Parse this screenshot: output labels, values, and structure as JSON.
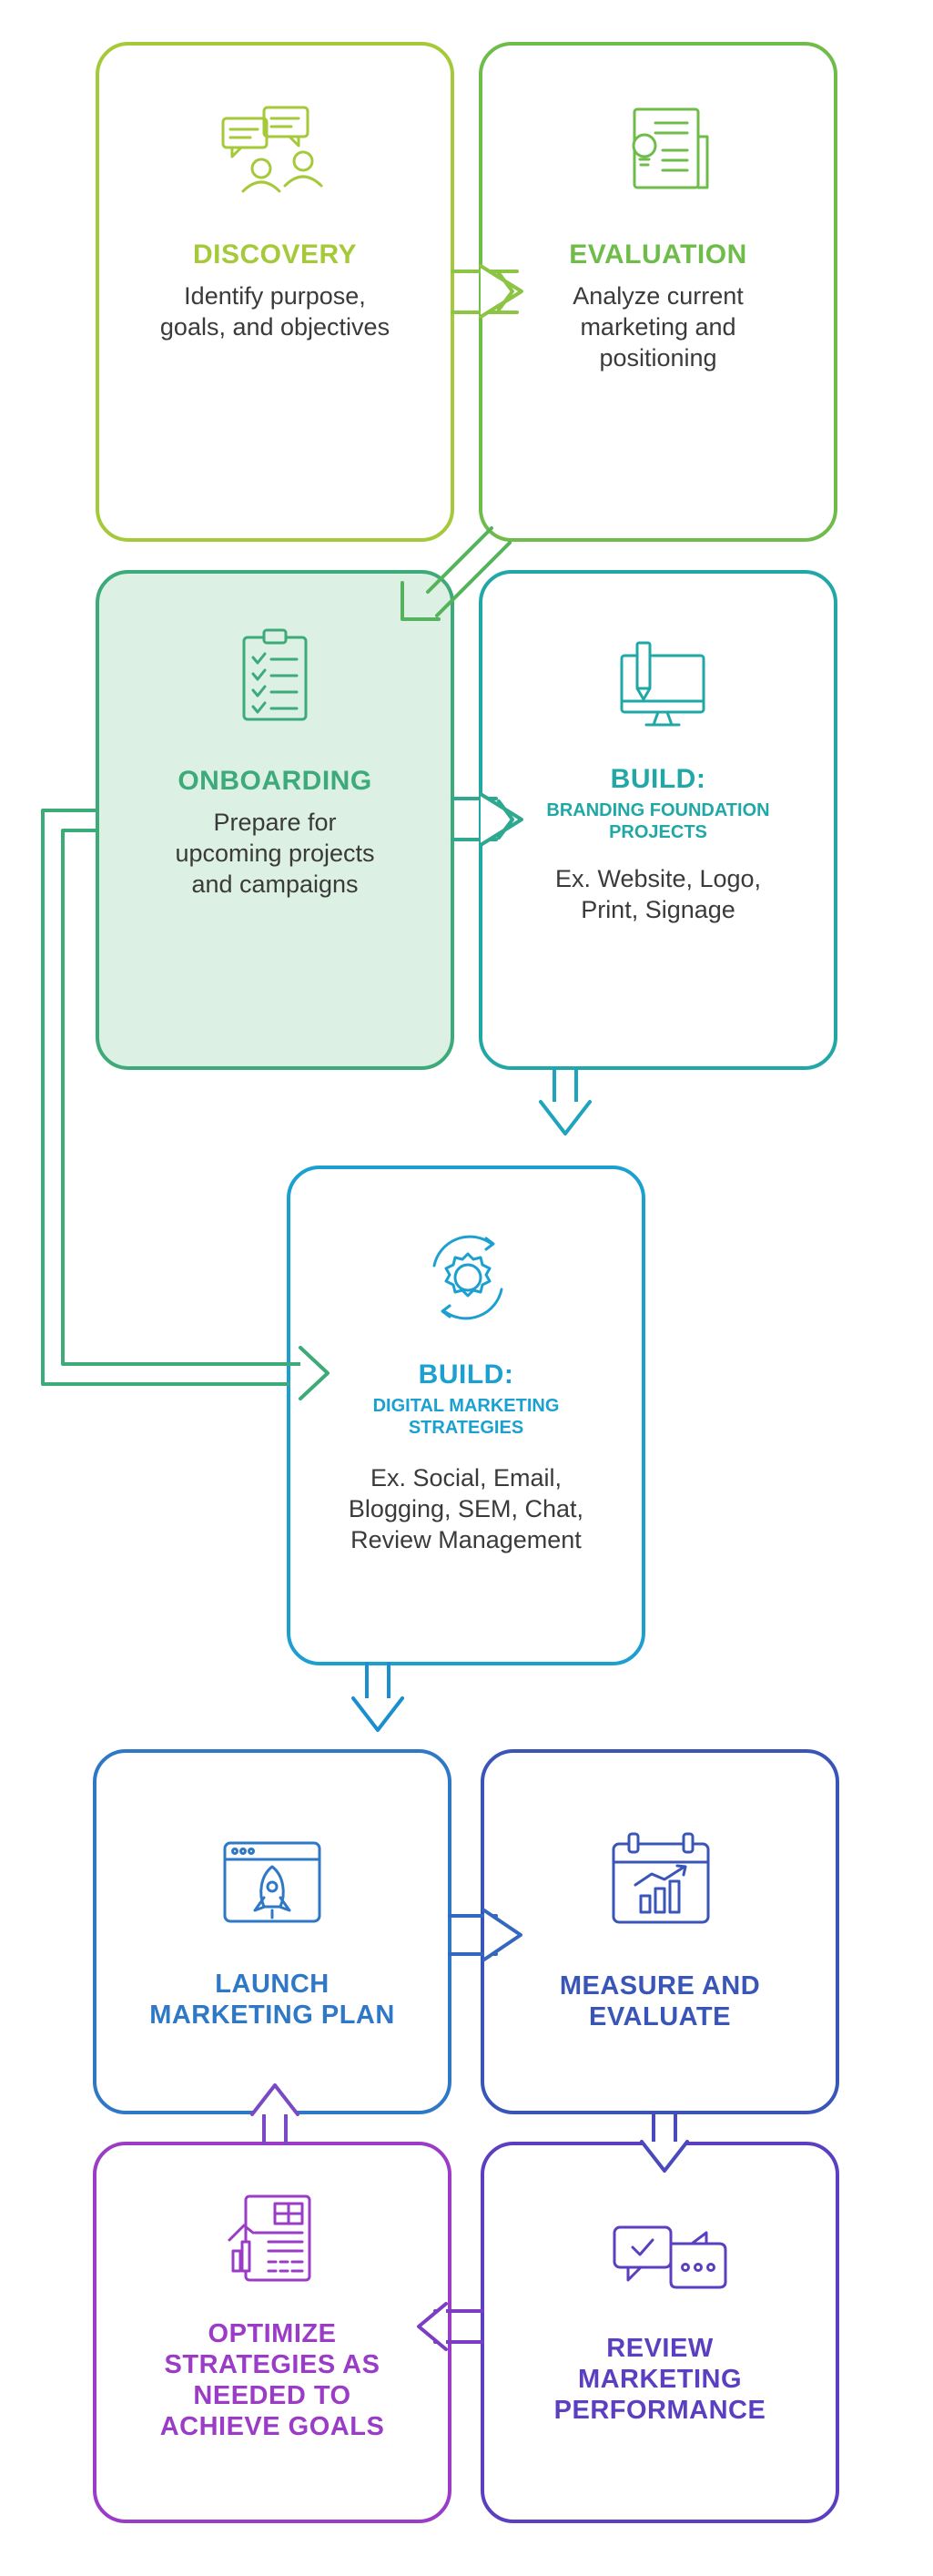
{
  "colors": {
    "c1": "#a6c93a",
    "c2": "#6fbc4a",
    "c3": "#3daa7a",
    "c4": "#22a7a7",
    "c5": "#1ba0d0",
    "c6": "#2e78c6",
    "c7": "#3a55b8",
    "c8": "#5b3fc0",
    "c9": "#9a3cc6",
    "onboard_fill": "#dcf0e3"
  },
  "steps": {
    "discovery": {
      "title": "DISCOVERY",
      "desc": [
        "Identify purpose,",
        "goals, and objectives"
      ],
      "icon": "chat-users-icon"
    },
    "evaluation": {
      "title": "EVALUATION",
      "desc": [
        "Analyze current",
        "marketing and",
        "positioning"
      ],
      "icon": "document-lightbulb-icon"
    },
    "onboarding": {
      "title": "ONBOARDING",
      "desc": [
        "Prepare for",
        "upcoming projects",
        "and campaigns"
      ],
      "icon": "checklist-clipboard-icon"
    },
    "build_branding": {
      "title": "BUILD:",
      "subtitle": [
        "BRANDING FOUNDATION",
        "PROJECTS"
      ],
      "desc": [
        "Ex. Website, Logo,",
        "Print, Signage"
      ],
      "icon": "monitor-pencil-icon"
    },
    "build_digital": {
      "title": "BUILD:",
      "subtitle": [
        "DIGITAL MARKETING",
        "STRATEGIES"
      ],
      "desc": [
        "Ex. Social, Email,",
        "Blogging, SEM, Chat,",
        "Review Management"
      ],
      "icon": "gear-cycle-icon"
    },
    "launch": {
      "title": [
        "LAUNCH",
        "MARKETING PLAN"
      ],
      "icon": "rocket-window-icon"
    },
    "measure": {
      "title": [
        "MEASURE AND",
        "EVALUATE"
      ],
      "icon": "calendar-chart-icon"
    },
    "optimize": {
      "title": [
        "OPTIMIZE",
        "STRATEGIES AS",
        "NEEDED TO",
        "ACHIEVE GOALS"
      ],
      "icon": "report-document-icon"
    },
    "review": {
      "title": [
        "REVIEW",
        "MARKETING",
        "PERFORMANCE"
      ],
      "icon": "chat-bubbles-icon"
    }
  }
}
